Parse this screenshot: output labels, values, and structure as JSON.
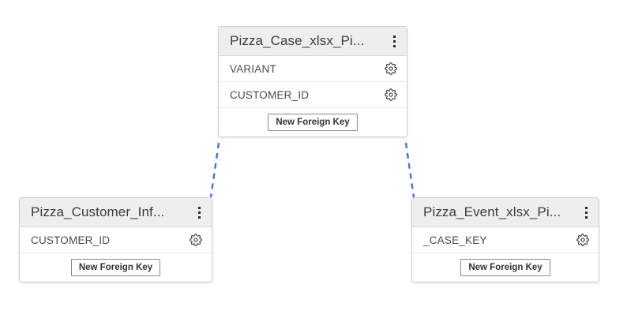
{
  "canvas": {
    "background_color": "#ffffff",
    "edge_color": "#4a6fe0",
    "edge_style": "dashed"
  },
  "cards": [
    {
      "id": "case",
      "title": "Pizza_Case_xlsx_Pi...",
      "menu_icon": "kebab-menu-icon",
      "fields": [
        {
          "name": "VARIANT",
          "settings_icon": "gear-icon"
        },
        {
          "name": "CUSTOMER_ID",
          "settings_icon": "gear-icon"
        }
      ],
      "footer_button": "New Foreign Key"
    },
    {
      "id": "customer",
      "title": "Pizza_Customer_Inf...",
      "menu_icon": "kebab-menu-icon",
      "fields": [
        {
          "name": "CUSTOMER_ID",
          "settings_icon": "gear-icon"
        }
      ],
      "footer_button": "New Foreign Key"
    },
    {
      "id": "event",
      "title": "Pizza_Event_xlsx_Pi...",
      "menu_icon": "kebab-menu-icon",
      "fields": [
        {
          "name": "_CASE_KEY",
          "settings_icon": "gear-icon"
        }
      ],
      "footer_button": "New Foreign Key"
    }
  ],
  "edges": [
    {
      "from": "case",
      "to": "customer"
    },
    {
      "from": "case",
      "to": "event"
    }
  ]
}
